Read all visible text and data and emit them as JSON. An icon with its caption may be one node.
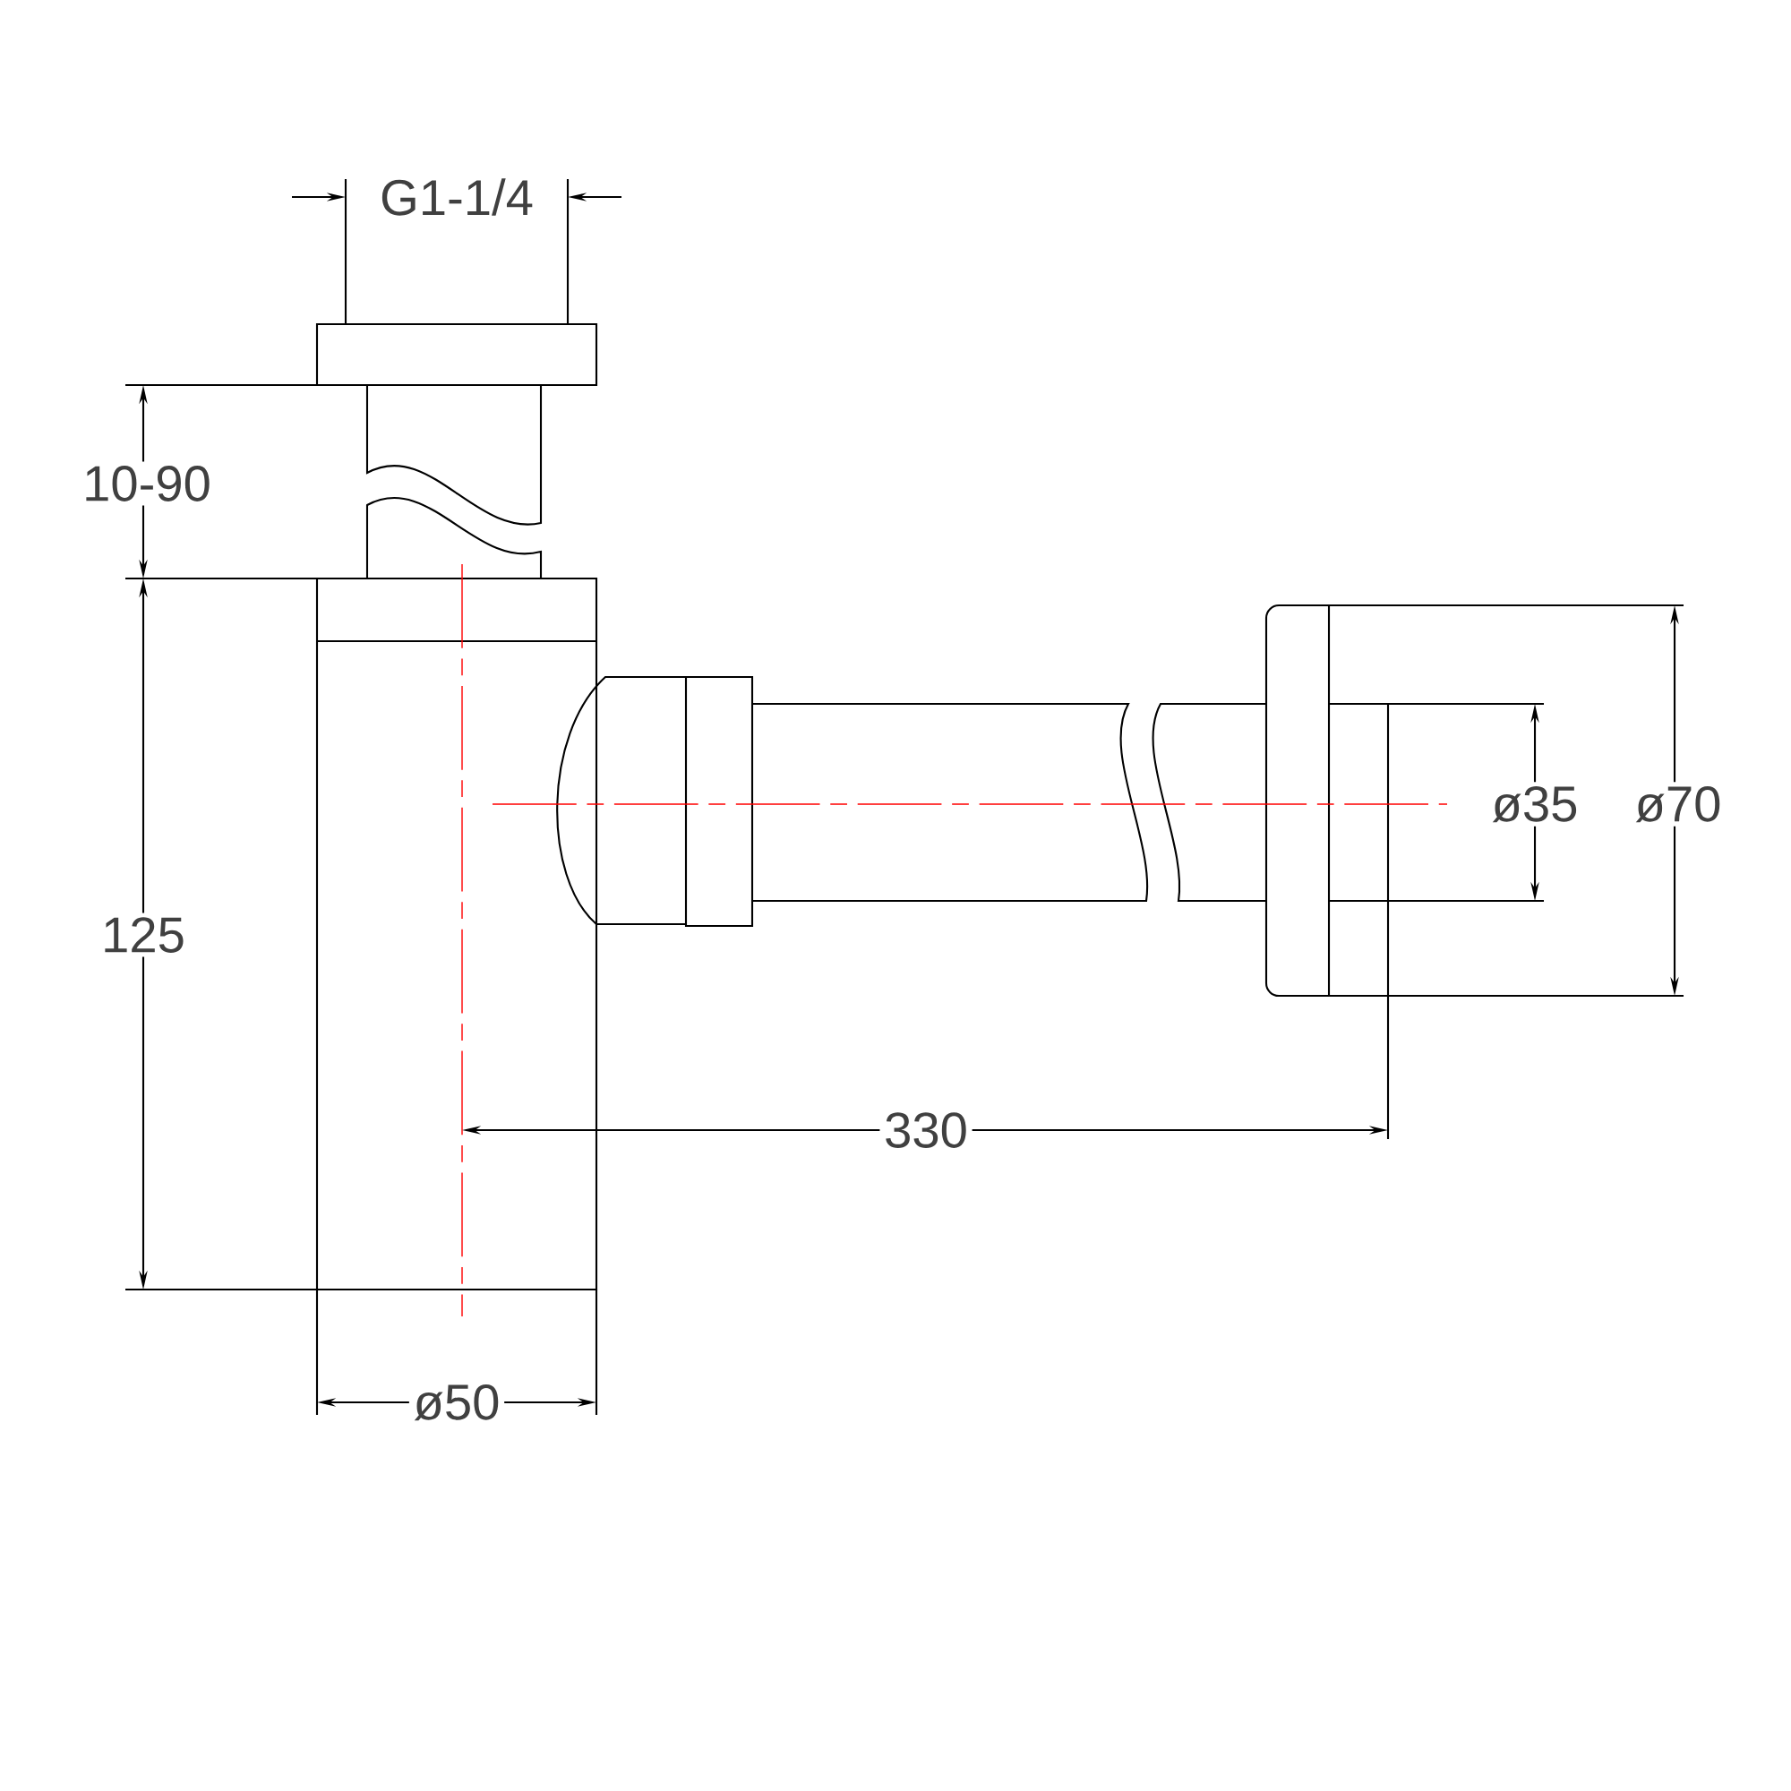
{
  "diagram": {
    "labels": [
      "G1-1/4",
      "10-90",
      "125",
      "ø35",
      "ø70",
      "330",
      "ø50"
    ]
  }
}
